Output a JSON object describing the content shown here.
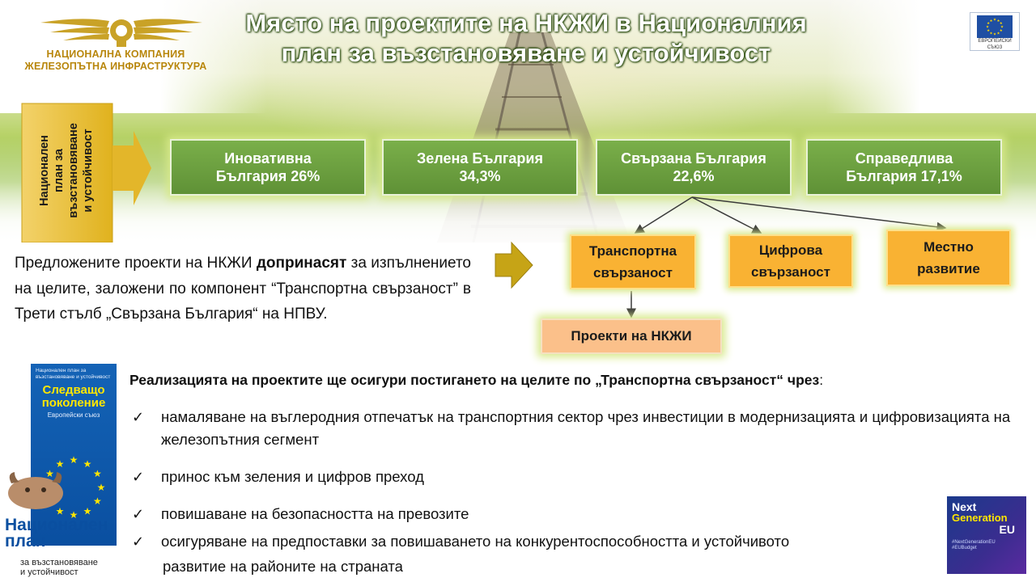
{
  "header": {
    "company_name": "НАЦИОНАЛНА КОМПАНИЯ\nЖЕЛЕЗОПЪТНА ИНФРАСТРУКТУРА",
    "title": "Място на проектите на НКЖИ в Националния план за възстановяване и устойчивост",
    "eu_flag_label": "ЕВРОПЕЙСКИ СЪЮЗ"
  },
  "plan_label": "Национален\nплан за\nвъзстановяване\nи устойчивост",
  "pillars": [
    {
      "label": "Иновативна\nБългария 26%"
    },
    {
      "label": "Зелена България\n34,3%"
    },
    {
      "label": "Свързана България\n22,6%"
    },
    {
      "label": "Справедлива\nБългария 17,1%"
    }
  ],
  "components": [
    {
      "label": "Транспортна\nсвързаност"
    },
    {
      "label": "Цифрова\nсвързаност"
    },
    {
      "label": "Местно\nразвитие"
    }
  ],
  "projects_box": "Проекти на НКЖИ",
  "paragraph": {
    "before": "Предложените проекти на НКЖИ ",
    "bold": "допринасят",
    "after": " за изпълнението на целите, заложени по компонент “Транспортна свързаност” в Трети стълб „Свързана България“ на НПВУ."
  },
  "brochure": {
    "top_text": "Национален план за възстановяване и устойчивост",
    "heading": "Следващо поколение",
    "subheading": "Европейски съюз",
    "np_title": "Национален\nплан",
    "np_sub": "за възстановяване\nи устойчивост"
  },
  "benefits": {
    "lead": "Реализацията на проектите ще осигури постигането на целите по „Транспортна свързаност“ чрез",
    "lead_colon": ":",
    "check": "✓",
    "items": [
      "намаляване на въглеродния отпечатък на транспортния сектор чрез инвестиции в модернизацията и цифровизацията на железопътния сегмент",
      "принос към зеления и цифров преход",
      "повишаване на безопасността на превозите",
      "осигуряване на предпоставки за повишаването на конкурентоспособността и устойчивото"
    ],
    "tail": "развитие на районите на страната"
  },
  "ngeu": {
    "line1": "Next",
    "line2": "Generation",
    "line3": "EU",
    "tags": "#NextGenerationEU\n#EUBudget"
  },
  "colors": {
    "pillar_green": "#6aa03e",
    "component_orange": "#f9b233",
    "projects_peach": "#fbc08a",
    "company_gold": "#b8860b",
    "brochure_blue": "#0a4fa0"
  }
}
